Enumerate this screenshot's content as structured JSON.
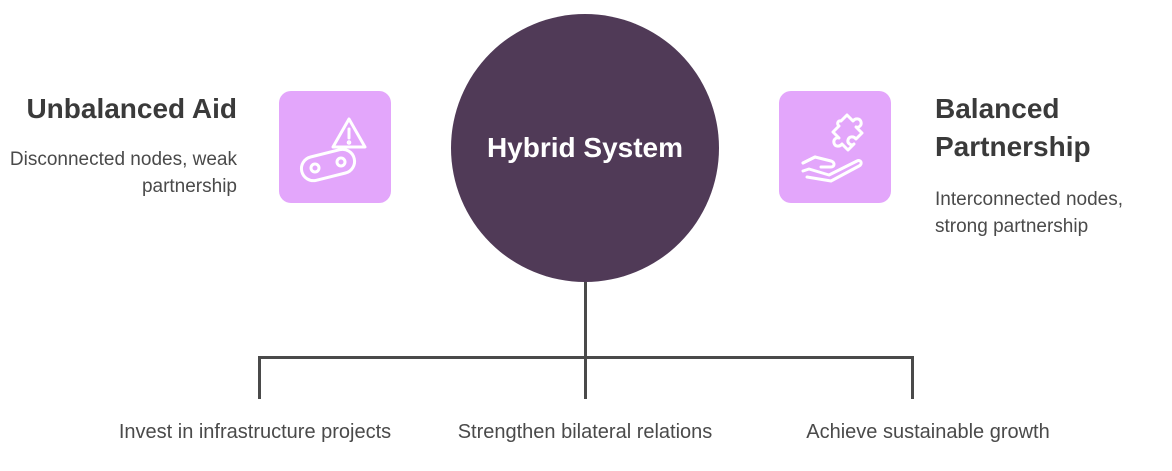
{
  "hub": {
    "label": "Hybrid System",
    "color": "#503a57"
  },
  "left": {
    "title": "Unbalanced Aid",
    "description": "Disconnected nodes, weak partnership",
    "icon": "warning-conveyor-icon"
  },
  "right": {
    "title": "Balanced Partnership",
    "description": "Interconnected nodes, strong partnership",
    "icon": "hand-puzzle-icon"
  },
  "branches": [
    {
      "label": "Invest in infrastructure projects"
    },
    {
      "label": "Strengthen bilateral relations"
    },
    {
      "label": "Achieve sustainable growth"
    }
  ],
  "colors": {
    "icon_bg": "#e3a6fb",
    "icon_stroke": "#ffffff",
    "connector": "#4a4a4a"
  }
}
